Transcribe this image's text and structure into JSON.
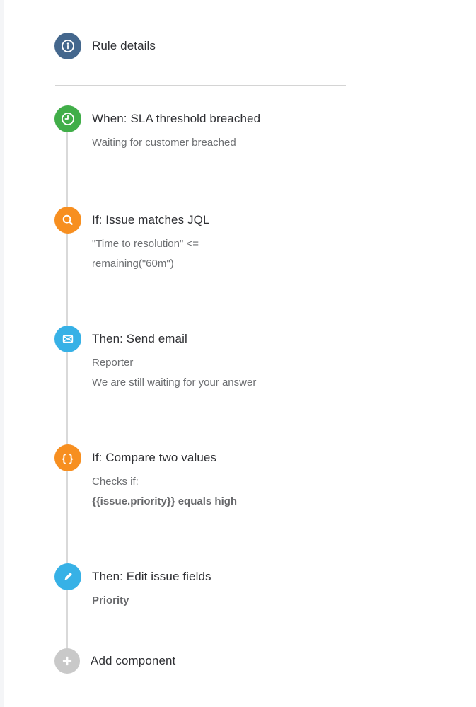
{
  "rule": {
    "header": {
      "title": "Rule details",
      "icon": "info-icon"
    },
    "items": [
      {
        "kind": "trigger",
        "icon": "clock-icon",
        "title": "When: SLA threshold breached",
        "lines": [
          "Waiting for customer breached"
        ]
      },
      {
        "kind": "condition",
        "icon": "search-icon",
        "title": "If: Issue matches JQL",
        "lines": [
          "\"Time to resolution\" <=",
          "remaining(\"60m\")"
        ]
      },
      {
        "kind": "action",
        "icon": "email-icon",
        "title": "Then: Send email",
        "lines": [
          "Reporter",
          "We are still waiting for your answer"
        ]
      },
      {
        "kind": "condition",
        "icon": "braces-icon",
        "title": "If: Compare two values",
        "lines": [
          "Checks if:",
          "{{issue.priority}} equals high"
        ]
      },
      {
        "kind": "action",
        "icon": "pencil-icon",
        "title": "Then: Edit issue fields",
        "lines": [
          "Priority"
        ]
      }
    ],
    "add": {
      "label": "Add component",
      "icon": "plus-icon"
    },
    "colors": {
      "info_blue": "#44678d",
      "trigger_green": "#41ae49",
      "condition_orange": "#f78f20",
      "action_blue": "#37b1e6",
      "add_gray": "#c9c9c9",
      "title_text": "#2f3034",
      "subtitle_text": "#6e7073",
      "connector": "#d9d9d9",
      "divider": "#d4d4d4"
    }
  }
}
